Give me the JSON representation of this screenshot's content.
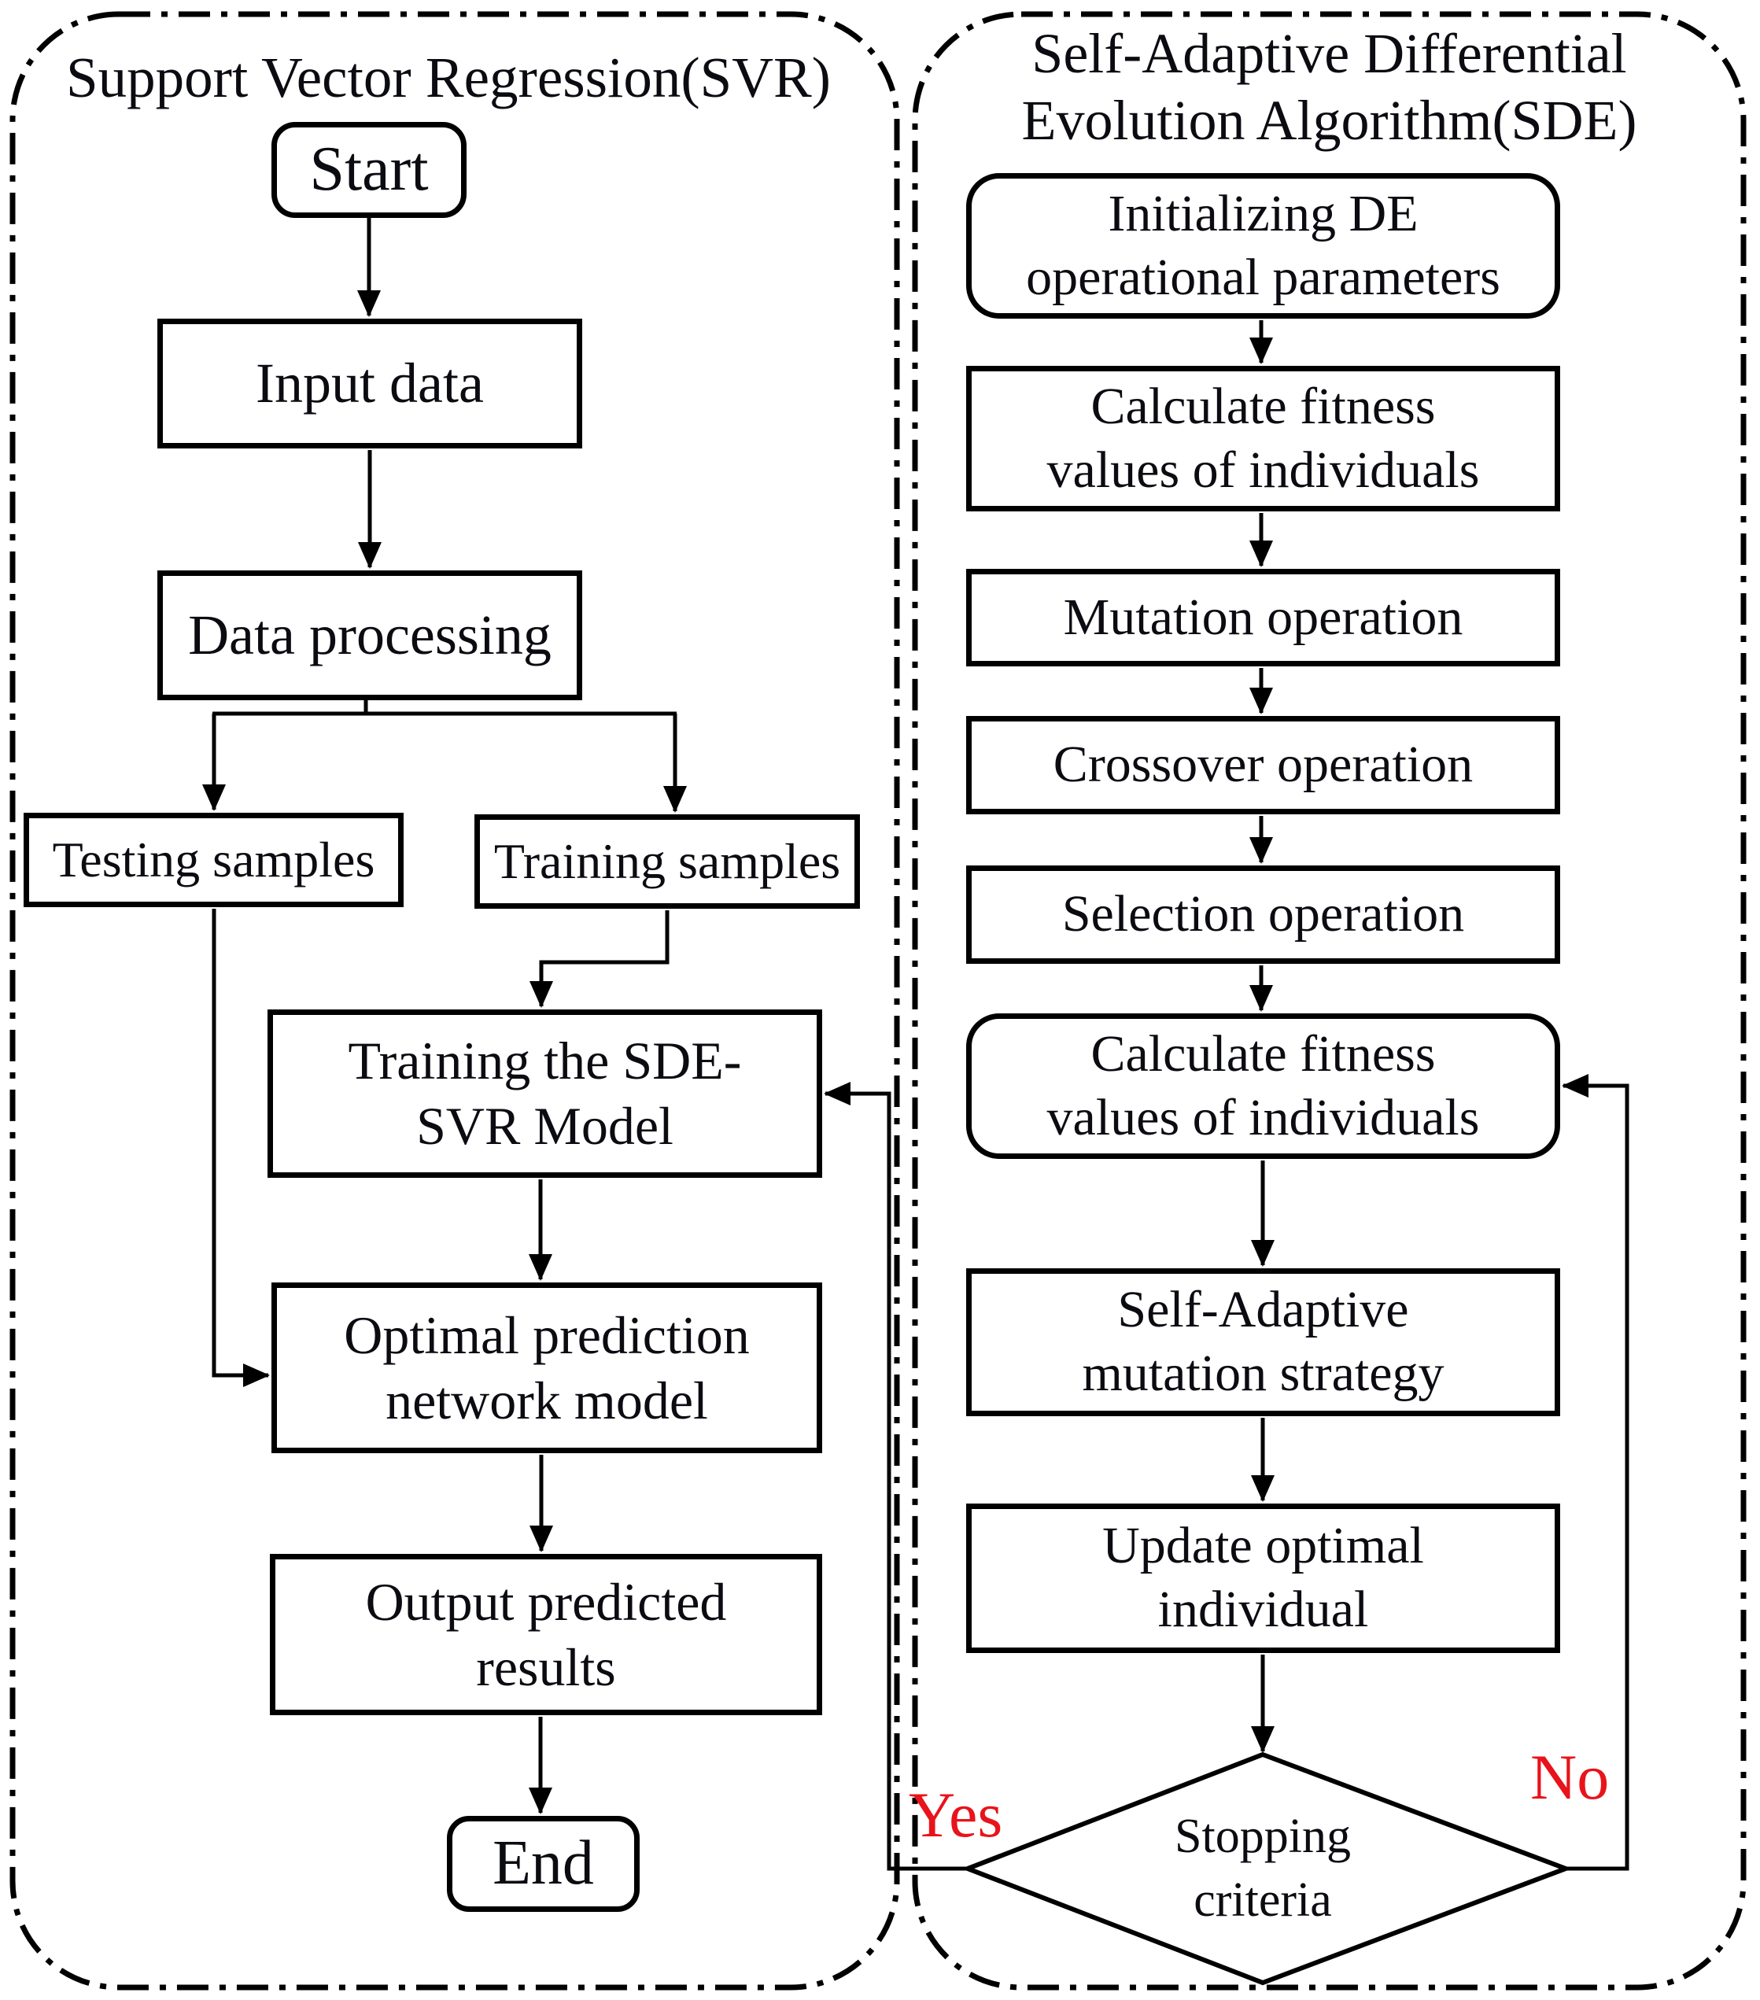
{
  "left_panel": {
    "title": "Support Vector Regression(SVR)",
    "nodes": {
      "start": "Start",
      "input": "Input data",
      "processing": "Data processing",
      "testing": "Testing samples",
      "training_samples": "Training samples",
      "train_model": "Training the SDE-\nSVR Model",
      "optimal": "Optimal prediction\nnetwork model",
      "output": "Output predicted\nresults",
      "end": "End"
    }
  },
  "right_panel": {
    "title": "Self-Adaptive Differential\nEvolution Algorithm(SDE)",
    "nodes": {
      "init": "Initializing DE\noperational parameters",
      "calc_fitness_1": "Calculate fitness\nvalues of individuals",
      "mutation": "Mutation operation",
      "crossover": "Crossover operation",
      "selection": "Selection operation",
      "calc_fitness_2": "Calculate fitness\nvalues of individuals",
      "self_adaptive": "Self-Adaptive\nmutation strategy",
      "update": "Update optimal\nindividual",
      "stopping": "Stopping\ncriteria"
    },
    "decision_labels": {
      "yes": "Yes",
      "no": "No"
    }
  },
  "colors": {
    "line": "#000000",
    "decision_label": "#e8131b"
  }
}
